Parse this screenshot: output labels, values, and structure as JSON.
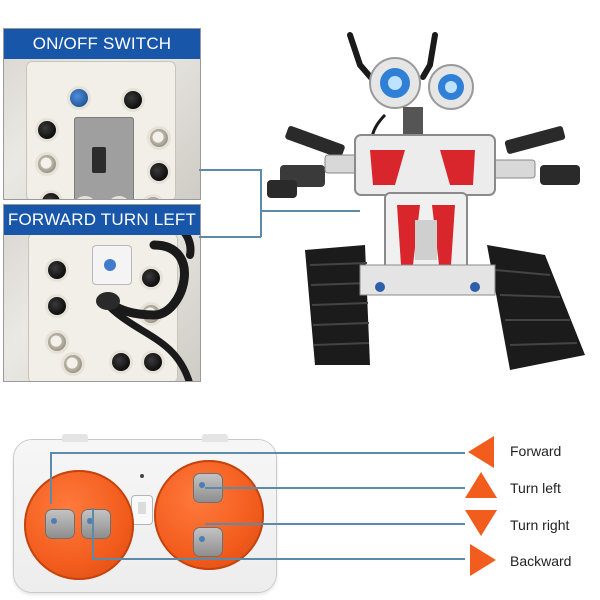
{
  "top_panel": {
    "label": "ON/OFF SWITCH"
  },
  "bottom_panel": {
    "label": "FORWARD TURN LEFT"
  },
  "controls": [
    {
      "label": "Forward",
      "direction": "left"
    },
    {
      "label": "Turn left",
      "direction": "up"
    },
    {
      "label": "Turn right",
      "direction": "down"
    },
    {
      "label": "Backward",
      "direction": "right"
    }
  ],
  "colors": {
    "label_bg": "#1756a9",
    "accent_orange": "#f25c1c",
    "connector": "#5d8aa8"
  }
}
